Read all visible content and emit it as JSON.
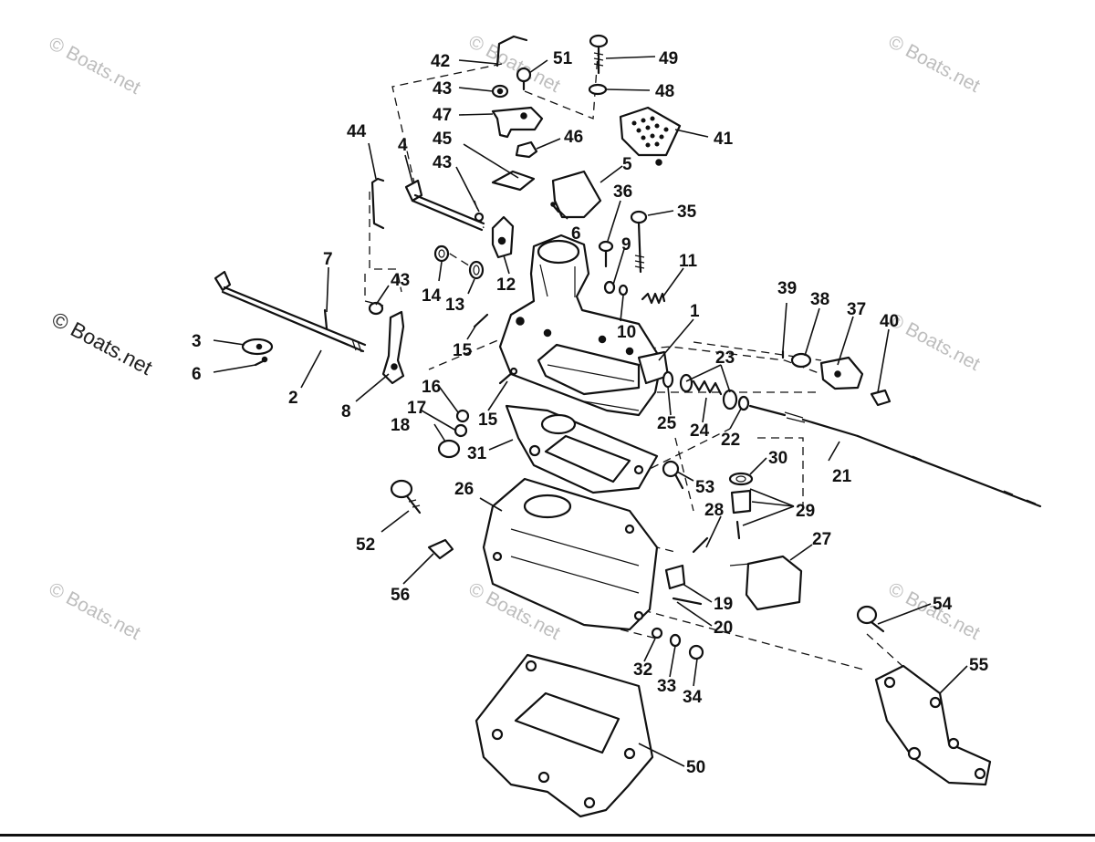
{
  "watermarks": {
    "tl": "© Boats.net",
    "tc": "© Boats.net",
    "tr": "© Boats.net",
    "ml": "© Boats.net",
    "mr": "© Boats.net",
    "bl": "© Boats.net",
    "bc": "© Boats.net",
    "br": "© Boats.net"
  },
  "callouts": {
    "c42": "42",
    "c51": "51",
    "c49": "49",
    "c43a": "43",
    "c48": "48",
    "c47": "47",
    "c46": "46",
    "c41": "41",
    "c45": "45",
    "c44": "44",
    "c4": "4",
    "c43b": "43",
    "c5": "5",
    "c36": "36",
    "c35": "35",
    "c6a": "6",
    "c9": "9",
    "c11": "11",
    "c7": "7",
    "c43c": "43",
    "c14": "14",
    "c13": "13",
    "c12": "12",
    "c10": "10",
    "c1": "1",
    "c39": "39",
    "c38": "38",
    "c37": "37",
    "c40": "40",
    "c3": "3",
    "c6b": "6",
    "c15a": "15",
    "c23": "23",
    "c2": "2",
    "c8": "8",
    "c16": "16",
    "c15b": "15",
    "c17": "17",
    "c25": "25",
    "c24": "24",
    "c22": "22",
    "c18": "18",
    "c31": "31",
    "c30": "30",
    "c21": "21",
    "c26": "26",
    "c53": "53",
    "c28": "28",
    "c29": "29",
    "c52": "52",
    "c27": "27",
    "c56": "56",
    "c19": "19",
    "c20": "20",
    "c54": "54",
    "c55": "55",
    "c32": "32",
    "c33": "33",
    "c34": "34",
    "c50": "50"
  }
}
